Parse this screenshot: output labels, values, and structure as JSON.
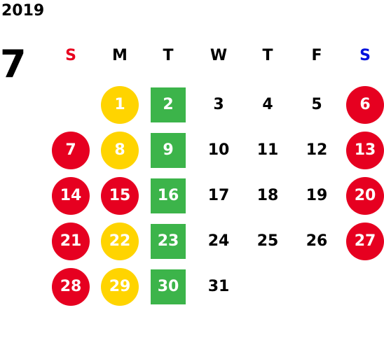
{
  "year": "2019",
  "month": "7",
  "colors": {
    "sunday_header": "#e8001e",
    "saturday_header": "#0011dd",
    "holiday_red": "#e60020",
    "yellow": "#ffd400",
    "green": "#3cb44a",
    "text_dark": "#000000",
    "text_light": "#ffffff"
  },
  "weekdays": [
    "S",
    "M",
    "T",
    "W",
    "T",
    "F",
    "S"
  ],
  "weeks": [
    [
      null,
      {
        "d": "1",
        "style": "yellow"
      },
      {
        "d": "2",
        "style": "green"
      },
      {
        "d": "3"
      },
      {
        "d": "4"
      },
      {
        "d": "5"
      },
      {
        "d": "6",
        "style": "red"
      }
    ],
    [
      {
        "d": "7",
        "style": "red"
      },
      {
        "d": "8",
        "style": "yellow"
      },
      {
        "d": "9",
        "style": "green"
      },
      {
        "d": "10"
      },
      {
        "d": "11"
      },
      {
        "d": "12"
      },
      {
        "d": "13",
        "style": "red"
      }
    ],
    [
      {
        "d": "14",
        "style": "red"
      },
      {
        "d": "15",
        "style": "red"
      },
      {
        "d": "16",
        "style": "green"
      },
      {
        "d": "17"
      },
      {
        "d": "18"
      },
      {
        "d": "19"
      },
      {
        "d": "20",
        "style": "red"
      }
    ],
    [
      {
        "d": "21",
        "style": "red"
      },
      {
        "d": "22",
        "style": "yellow"
      },
      {
        "d": "23",
        "style": "green"
      },
      {
        "d": "24"
      },
      {
        "d": "25"
      },
      {
        "d": "26"
      },
      {
        "d": "27",
        "style": "red"
      }
    ],
    [
      {
        "d": "28",
        "style": "red"
      },
      {
        "d": "29",
        "style": "yellow"
      },
      {
        "d": "30",
        "style": "green"
      },
      {
        "d": "31"
      },
      null,
      null,
      null
    ]
  ]
}
